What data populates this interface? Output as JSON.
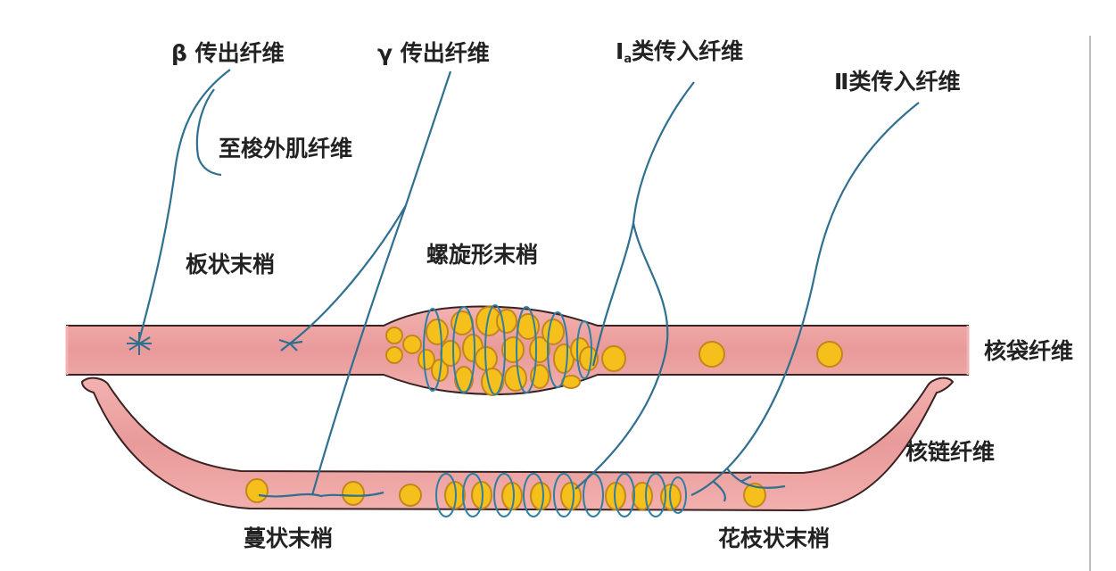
{
  "labels": {
    "beta_efferent": "β 传出纤维",
    "gamma_efferent": "γ 传出纤维",
    "ia_afferent_main": "I",
    "ia_afferent_sub": "a",
    "ia_afferent_rest": "类传入纤维",
    "ii_afferent": "Ⅱ类传入纤维",
    "to_extrafusal": "至梭外肌纤维",
    "plate_ending": "板状末梢",
    "annulospiral_ending": "螺旋形末梢",
    "nuclear_bag_fiber": "核袋纤维",
    "nuclear_chain_fiber": "核链纤维",
    "trail_ending": "蔓状末梢",
    "flower_spray_ending": "花枝状末梢"
  },
  "colors": {
    "nerve": "#2f6f8f",
    "nucleus": "#f5c01c",
    "fiber": "#eea3a3"
  }
}
